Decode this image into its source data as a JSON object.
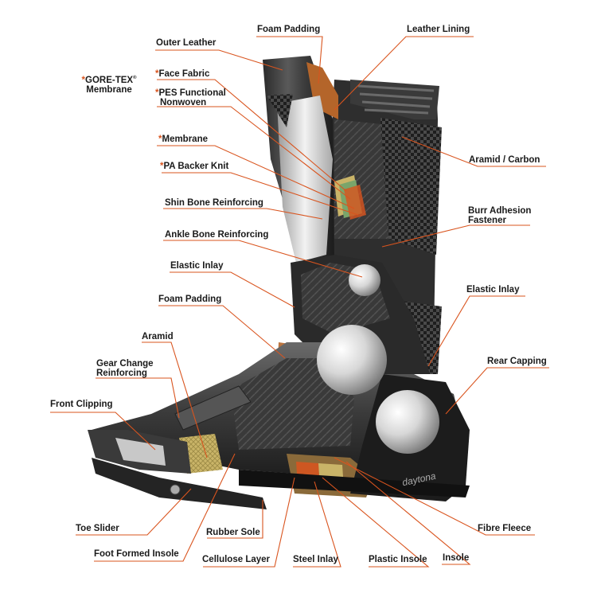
{
  "goretex_heading": {
    "line1": "GORE-TEX",
    "registered_mark": "®",
    "line2": "Membrane",
    "marker": "*"
  },
  "labels": {
    "foam_padding_top": "Foam Padding",
    "leather_lining": "Leather Lining",
    "outer_leather": "Outer Leather",
    "face_fabric": "Face Fabric",
    "pes_line1": "PES Functional",
    "pes_line2": "Nonwoven",
    "membrane": "Membrane",
    "pa_backer_knit": "PA Backer Knit",
    "aramid_carbon": "Aramid / Carbon",
    "shin_bone": "Shin Bone Reinforcing",
    "burr_line1": "Burr Adhesion",
    "burr_line2": "Fastener",
    "ankle_bone": "Ankle Bone Reinforcing",
    "elastic_inlay_left": "Elastic Inlay",
    "elastic_inlay_right": "Elastic Inlay",
    "foam_padding_mid": "Foam Padding",
    "aramid": "Aramid",
    "rear_capping": "Rear Capping",
    "gear_line1": "Gear Change",
    "gear_line2": "Reinforcing",
    "front_clipping": "Front Clipping",
    "toe_slider": "Toe Slider",
    "rubber_sole": "Rubber Sole",
    "fibre_fleece": "Fibre Fleece",
    "foot_formed_insole": "Foot Formed Insole",
    "cellulose_layer": "Cellulose Layer",
    "steel_inlay": "Steel Inlay",
    "plastic_insole": "Plastic Insole",
    "insole": "Insole"
  },
  "brand_on_sole": "daytona",
  "colors": {
    "leader_line": "#d9541e",
    "star": "#d9541e",
    "text": "#1a1a1a"
  }
}
